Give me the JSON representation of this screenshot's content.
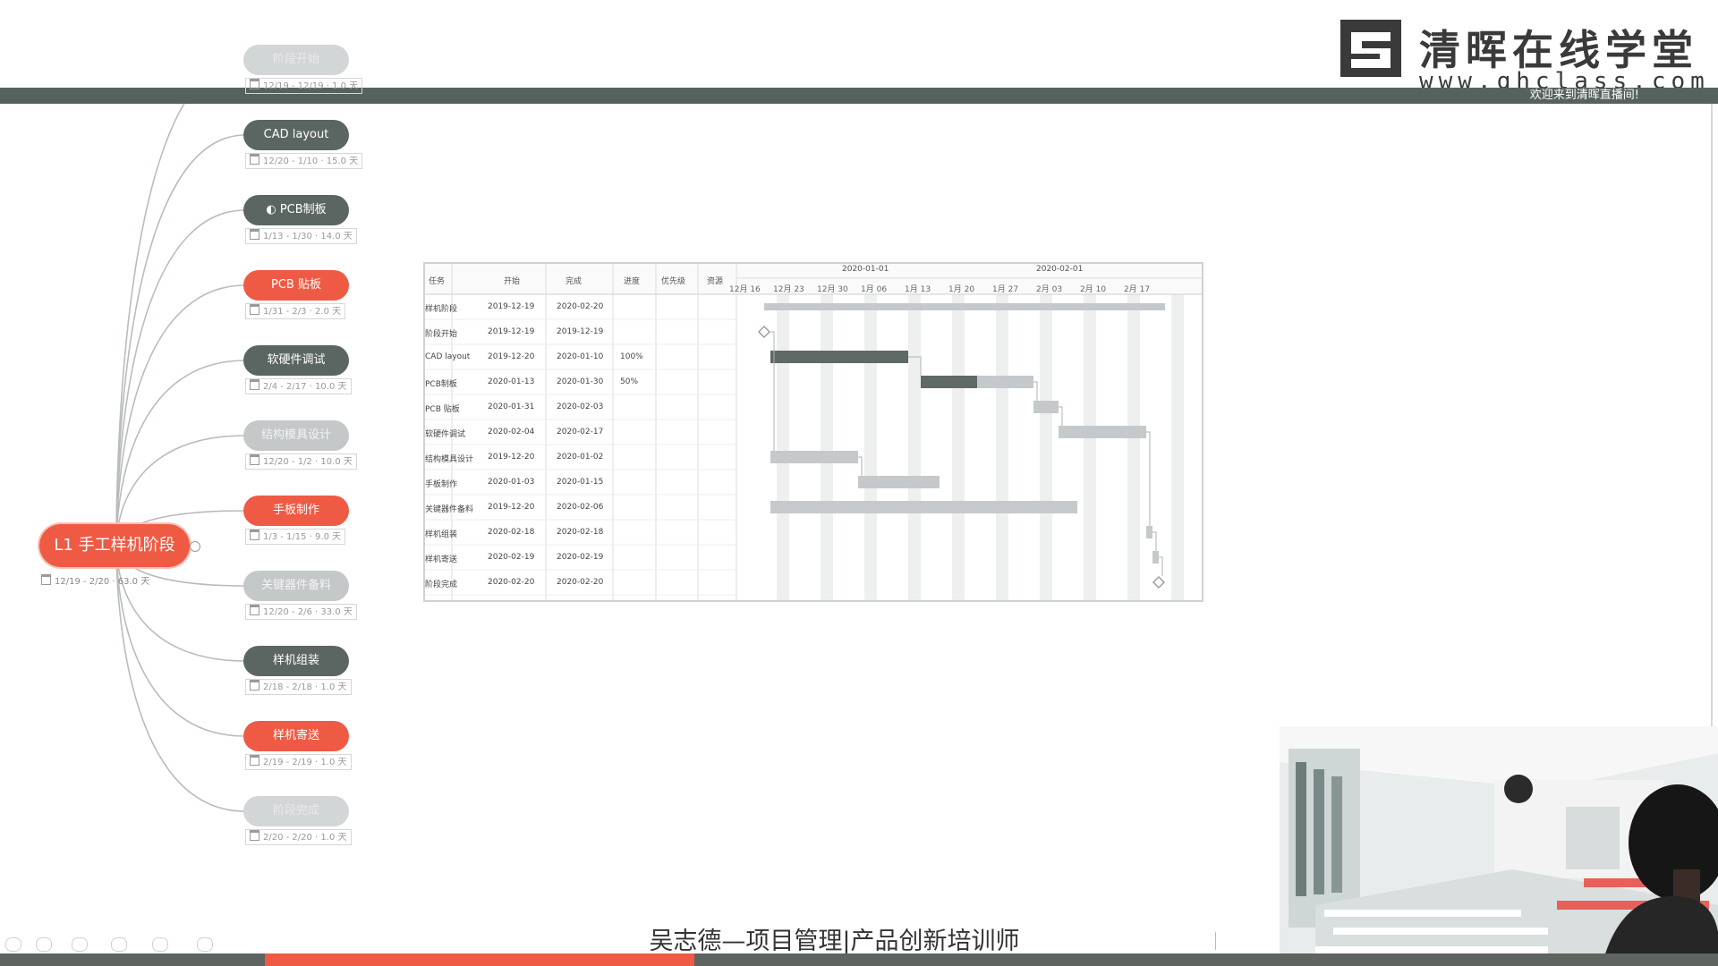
{
  "logo": {
    "text": "清晖在线学堂",
    "url": "www.qhclass.com"
  },
  "welcome": "欢迎来到清晖直播间!",
  "colors": {
    "accent": "#ef5a44",
    "dark_node": "#5b6662",
    "gray_node": "#c4c8c9",
    "bar_dark": "#5f6965",
    "bar_light": "#c5c9cb",
    "header_bar": "#56625d"
  },
  "mindmap": {
    "root": {
      "label": "L1 手工样机阶段",
      "meta": "12/19 - 2/20 · 63.0 天"
    },
    "nodes": [
      {
        "label": "阶段开始",
        "meta": "12/19 - 12/19 · 1.0 天",
        "style": "faded"
      },
      {
        "label": "CAD layout",
        "meta": "12/20 - 1/10 · 15.0 天",
        "style": "dark"
      },
      {
        "label": "◐ PCB制板",
        "meta": "1/13 - 1/30 · 14.0 天",
        "style": "dark"
      },
      {
        "label": "PCB 贴板",
        "meta": "1/31 - 2/3 · 2.0 天",
        "style": "red"
      },
      {
        "label": "软硬件调试",
        "meta": "2/4 - 2/17 · 10.0 天",
        "style": "dark"
      },
      {
        "label": "结构模具设计",
        "meta": "12/20 - 1/2 · 10.0 天",
        "style": "gray"
      },
      {
        "label": "手板制作",
        "meta": "1/3 - 1/15 · 9.0 天",
        "style": "red"
      },
      {
        "label": "关键器件备料",
        "meta": "12/20 - 2/6 · 33.0 天",
        "style": "gray"
      },
      {
        "label": "样机组装",
        "meta": "2/18 - 2/18 · 1.0 天",
        "style": "dark"
      },
      {
        "label": "样机寄送",
        "meta": "2/19 - 2/19 · 1.0 天",
        "style": "red"
      },
      {
        "label": "阶段完成",
        "meta": "2/20 - 2/20 · 1.0 天",
        "style": "faded"
      }
    ]
  },
  "gantt": {
    "headers": {
      "task": "任务",
      "start": "开始",
      "end": "完成",
      "progress": "进度",
      "priority": "优先级",
      "resource": "资源"
    },
    "months": [
      "2020-01-01",
      "2020-02-01"
    ],
    "weeks": [
      "12月 16",
      "12月 23",
      "12月 30",
      "1月 06",
      "1月 13",
      "1月 20",
      "1月 27",
      "2月 03",
      "2月 10",
      "2月 17"
    ],
    "rows": [
      {
        "task": "样机阶段",
        "start": "2019-12-19",
        "end": "2020-02-20",
        "progress": ""
      },
      {
        "task": "阶段开始",
        "start": "2019-12-19",
        "end": "2019-12-19",
        "progress": ""
      },
      {
        "task": "CAD layout",
        "start": "2019-12-20",
        "end": "2020-01-10",
        "progress": "100%"
      },
      {
        "task": "PCB制板",
        "start": "2020-01-13",
        "end": "2020-01-30",
        "progress": "50%"
      },
      {
        "task": "PCB 贴板",
        "start": "2020-01-31",
        "end": "2020-02-03",
        "progress": ""
      },
      {
        "task": "软硬件调试",
        "start": "2020-02-04",
        "end": "2020-02-17",
        "progress": ""
      },
      {
        "task": "结构模具设计",
        "start": "2019-12-20",
        "end": "2020-01-02",
        "progress": ""
      },
      {
        "task": "手板制作",
        "start": "2020-01-03",
        "end": "2020-01-15",
        "progress": ""
      },
      {
        "task": "关键器件备料",
        "start": "2019-12-20",
        "end": "2020-02-06",
        "progress": ""
      },
      {
        "task": "样机组装",
        "start": "2020-02-18",
        "end": "2020-02-18",
        "progress": ""
      },
      {
        "task": "样机寄送",
        "start": "2020-02-19",
        "end": "2020-02-19",
        "progress": ""
      },
      {
        "task": "阶段完成",
        "start": "2020-02-20",
        "end": "2020-02-20",
        "progress": ""
      }
    ],
    "bars": [
      {
        "kind": "summary",
        "progress": 0
      },
      {
        "kind": "milestone",
        "progress": 0
      },
      {
        "kind": "task",
        "progress": 1.0
      },
      {
        "kind": "task",
        "progress": 0.5
      },
      {
        "kind": "task",
        "progress": 0
      },
      {
        "kind": "task",
        "progress": 0
      },
      {
        "kind": "task",
        "progress": 0
      },
      {
        "kind": "task",
        "progress": 0
      },
      {
        "kind": "task",
        "progress": 0
      },
      {
        "kind": "task",
        "progress": 0
      },
      {
        "kind": "task",
        "progress": 0
      },
      {
        "kind": "milestone",
        "progress": 0
      }
    ]
  },
  "caption": "吴志德—项目管理|产品创新培训师",
  "playback": {
    "progress": 0.48
  }
}
